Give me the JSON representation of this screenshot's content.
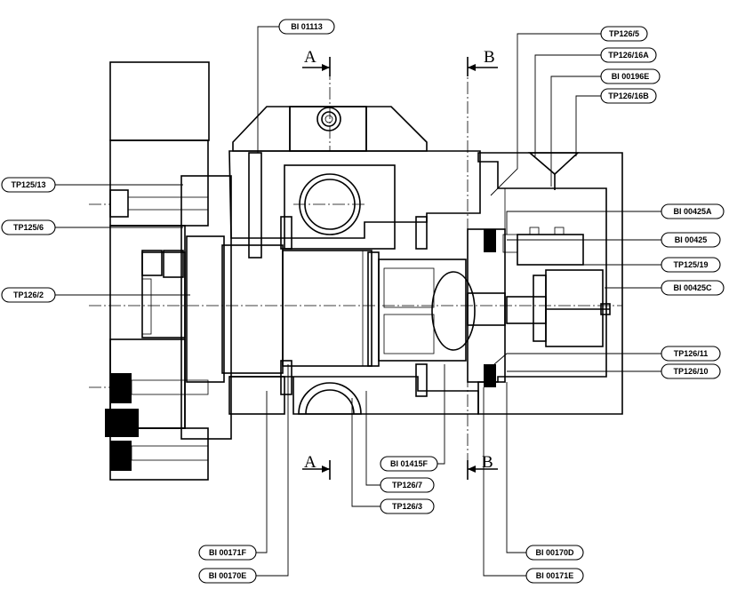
{
  "callouts": [
    {
      "id": "c1",
      "text": "BI 01113"
    },
    {
      "id": "c2",
      "text": "TP126/5"
    },
    {
      "id": "c3",
      "text": "TP126/16A"
    },
    {
      "id": "c4",
      "text": "BI 00196E"
    },
    {
      "id": "c5",
      "text": "TP126/16B"
    },
    {
      "id": "c6",
      "text": "TP125/13"
    },
    {
      "id": "c7",
      "text": "TP125/6"
    },
    {
      "id": "c8",
      "text": "TP126/2"
    },
    {
      "id": "c9",
      "text": "BI 00425A"
    },
    {
      "id": "c10",
      "text": "BI 00425"
    },
    {
      "id": "c11",
      "text": "TP125/19"
    },
    {
      "id": "c12",
      "text": "BI 00425C"
    },
    {
      "id": "c13",
      "text": "TP126/11"
    },
    {
      "id": "c14",
      "text": "TP126/10"
    },
    {
      "id": "c15",
      "text": "BI 01415F"
    },
    {
      "id": "c16",
      "text": "TP126/7"
    },
    {
      "id": "c17",
      "text": "TP126/3"
    },
    {
      "id": "c18",
      "text": "BI 00171F"
    },
    {
      "id": "c19",
      "text": "BI 00170E"
    },
    {
      "id": "c20",
      "text": "BI 00170D"
    },
    {
      "id": "c21",
      "text": "BI 00171E"
    }
  ],
  "section_marks": {
    "a_top": "A",
    "b_top": "B",
    "a_bottom": "A",
    "b_bottom": "B"
  }
}
